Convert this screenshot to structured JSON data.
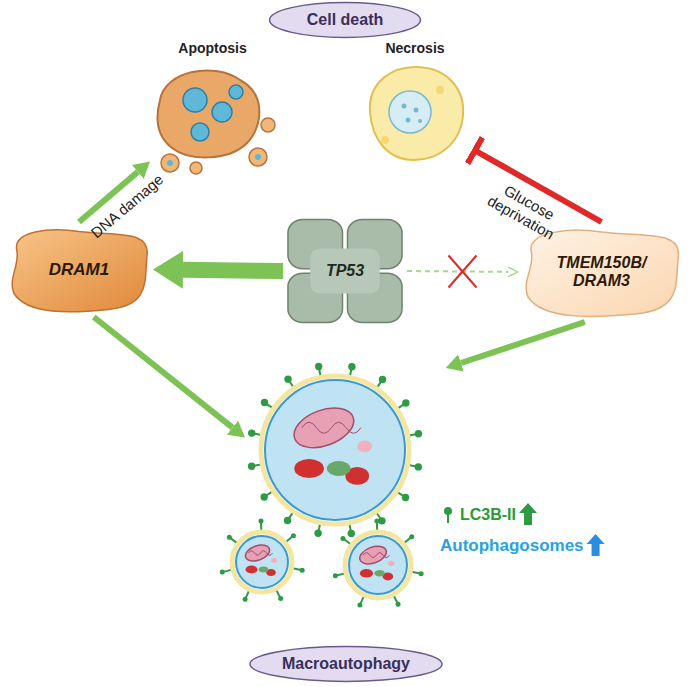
{
  "diagram": {
    "nodes": [
      {
        "text": [
          "Cell death"
        ]
      },
      {
        "text": [
          "Apoptosis"
        ]
      },
      {
        "text": [
          "Necrosis"
        ]
      },
      {
        "text": [
          "DRAM1"
        ]
      },
      {
        "text": [
          "TP53"
        ]
      },
      {
        "text": [
          "TMEM150B/ DRAM3"
        ]
      },
      {
        "text": [
          "LC3B-II",
          "Autophagosomes"
        ]
      },
      {
        "text": [
          "Macroautophagy"
        ]
      }
    ],
    "edges": [
      {
        "from": 3,
        "to": 1,
        "label": "DNA damage",
        "arrow": "to"
      },
      {
        "from": 5,
        "to": 2,
        "label": "Glucose deprivation",
        "arrow": "to"
      },
      {
        "from": 4,
        "to": 3,
        "arrow": "to"
      },
      {
        "from": 4,
        "to": 5,
        "arrow": "to"
      },
      {
        "from": 3,
        "to": 6,
        "arrow": "to"
      },
      {
        "from": 5,
        "to": 6,
        "arrow": "to"
      }
    ]
  }
}
